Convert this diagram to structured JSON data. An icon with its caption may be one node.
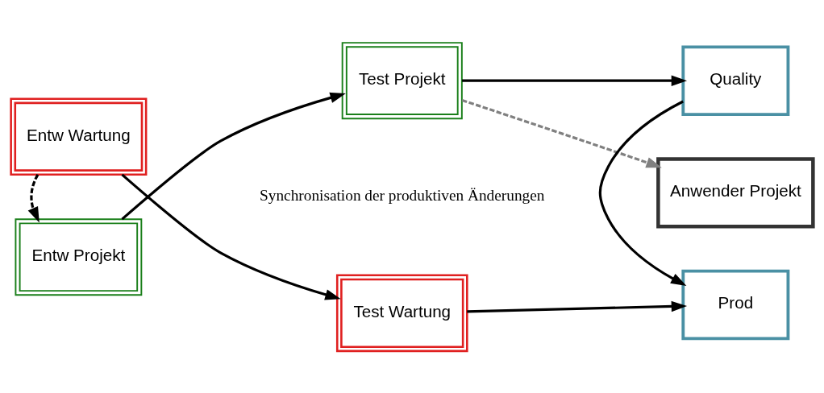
{
  "diagram": {
    "nodes": [
      {
        "text": [
          "Entw Projekt"
        ]
      },
      {
        "text": [
          "Test Projekt"
        ]
      },
      {
        "text": [
          "Anwender Projekt"
        ]
      },
      {
        "text": [
          "Quality"
        ]
      },
      {
        "text": [
          "Entw Wartung"
        ]
      },
      {
        "text": [
          "Test Wartung"
        ]
      },
      {
        "text": [
          "Prod"
        ]
      }
    ],
    "edges": [
      {
        "from": 0,
        "to": 1,
        "arrow": "to"
      },
      {
        "from": 1,
        "to": 2,
        "arrow": "to",
        "style": "dashed",
        "color": "#808080"
      },
      {
        "from": 1,
        "to": 3,
        "arrow": "to"
      },
      {
        "from": 3,
        "to": 6,
        "arrow": "to"
      },
      {
        "from": 4,
        "to": 0,
        "arrow": "to",
        "style": "dashed"
      },
      {
        "from": 4,
        "to": 5,
        "arrow": "to"
      },
      {
        "from": 5,
        "to": 6,
        "arrow": "to"
      }
    ],
    "labels": [
      "Synchronisation der produktiven Änderungen"
    ]
  }
}
